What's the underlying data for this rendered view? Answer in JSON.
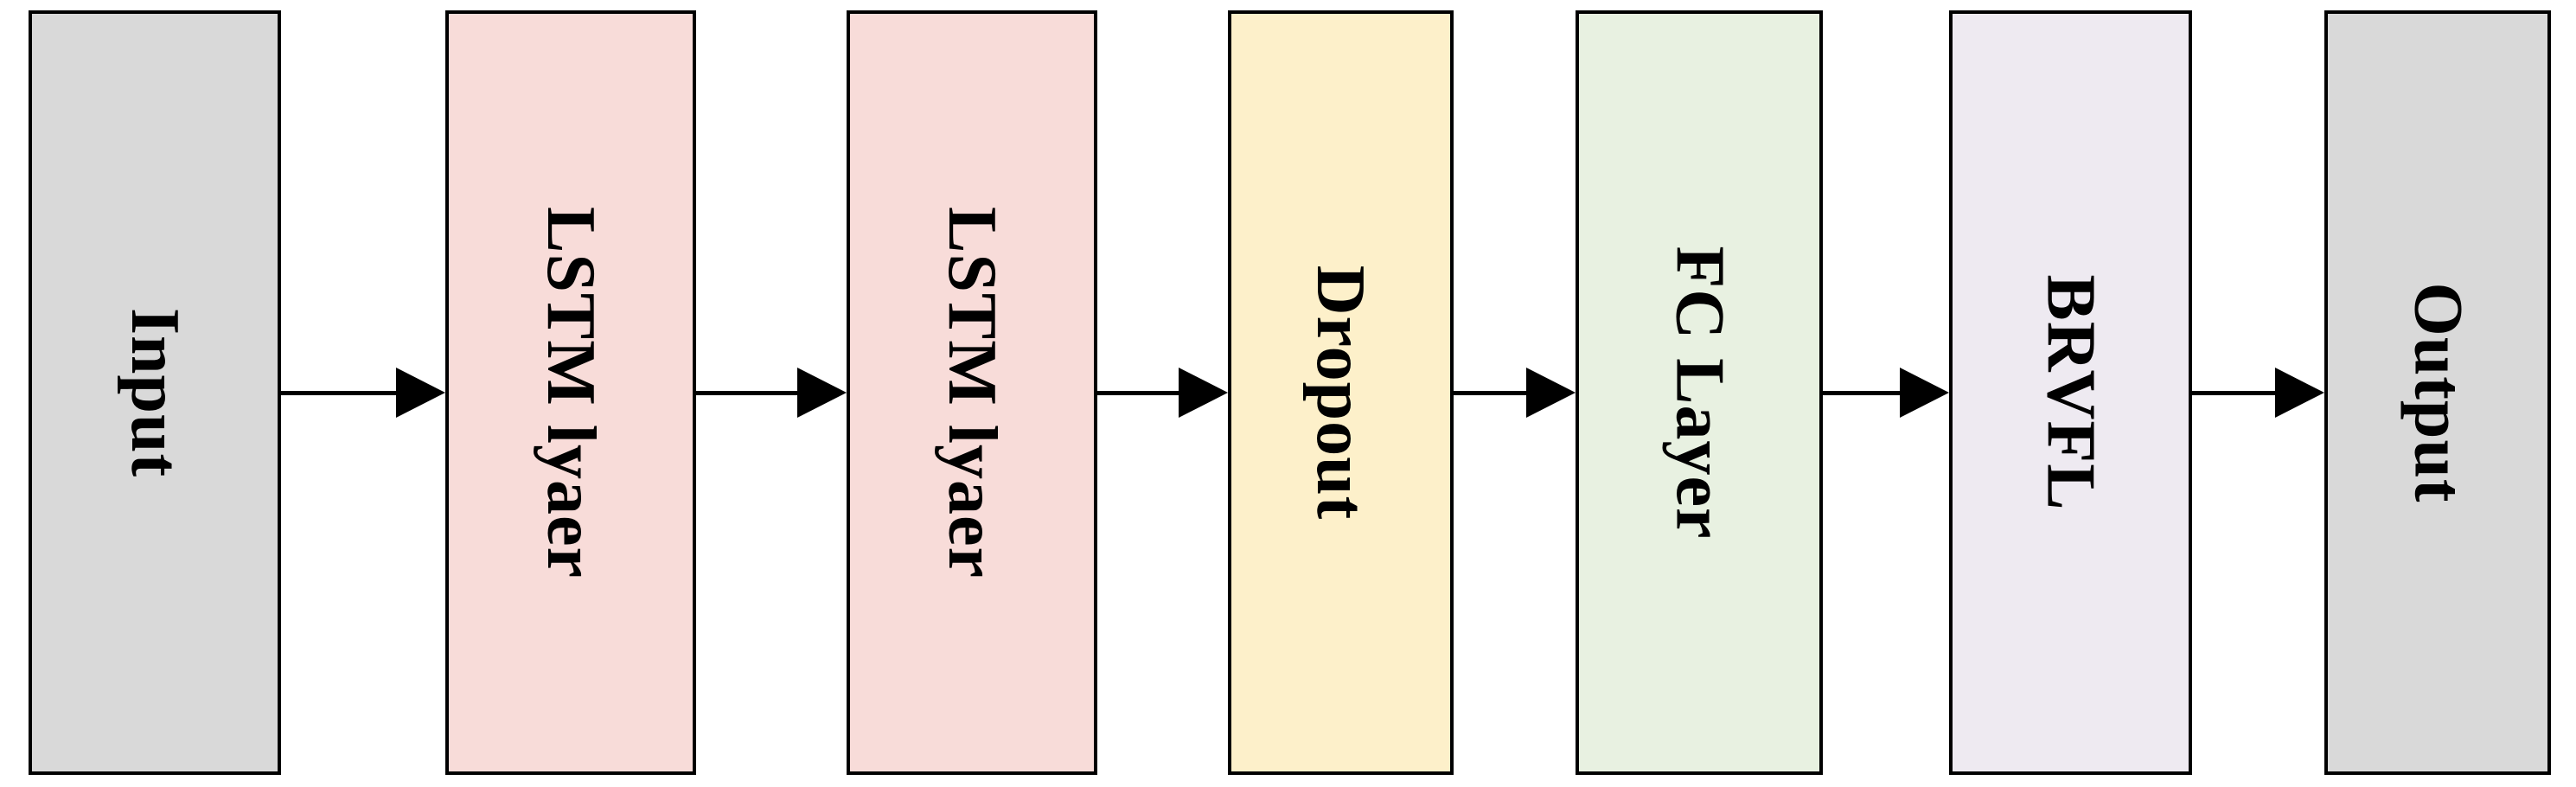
{
  "diagram": {
    "type": "flow",
    "direction": "left-to-right",
    "background": "#ffffff",
    "border_color": "#000000",
    "text_color": "#000000",
    "stages": [
      {
        "label": "Input",
        "fill": "#d9d9d9"
      },
      {
        "label": "LSTM lyaer",
        "fill": "#f8dcd9"
      },
      {
        "label": "LSTM lyaer",
        "fill": "#f8dcd9"
      },
      {
        "label": "Dropout",
        "fill": "#fdf0ca"
      },
      {
        "label": "FC Layer",
        "fill": "#e8f1e1"
      },
      {
        "label": "BRVFL",
        "fill": "#eeeaf1"
      },
      {
        "label": "Output",
        "fill": "#d9d9d9"
      }
    ],
    "connector": {
      "style": "solid-right-arrow",
      "color": "#000000",
      "count": 6
    }
  }
}
